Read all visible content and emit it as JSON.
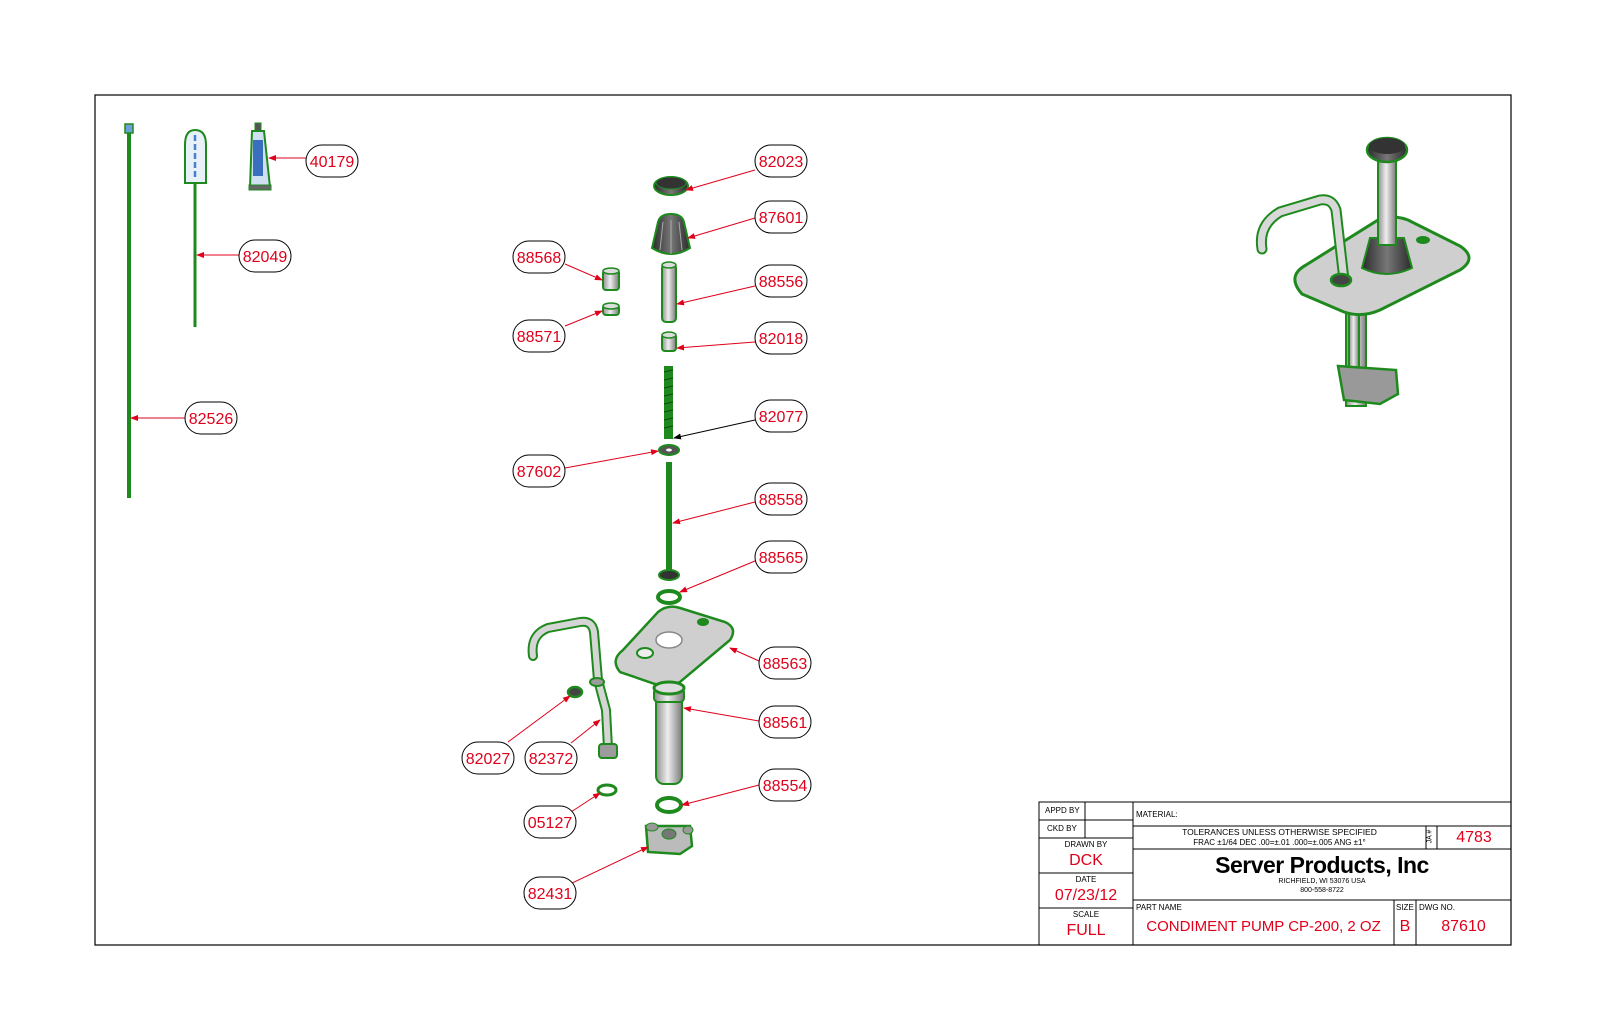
{
  "parts": [
    {
      "label": "40179"
    },
    {
      "label": "82049"
    },
    {
      "label": "82526"
    },
    {
      "label": "82023"
    },
    {
      "label": "87601"
    },
    {
      "label": "88568"
    },
    {
      "label": "88556"
    },
    {
      "label": "88571"
    },
    {
      "label": "82018"
    },
    {
      "label": "82077"
    },
    {
      "label": "87602"
    },
    {
      "label": "88558"
    },
    {
      "label": "88565"
    },
    {
      "label": "88563"
    },
    {
      "label": "88561"
    },
    {
      "label": "82027"
    },
    {
      "label": "82372"
    },
    {
      "label": "88554"
    },
    {
      "label": "05127"
    },
    {
      "label": "82431"
    }
  ],
  "title_block": {
    "appd_by_label": "APPD BY",
    "ckd_by_label": "CKD BY",
    "drawn_by_label": "DRAWN BY",
    "drawn_by": "DCK",
    "date_label": "DATE",
    "date": "07/23/12",
    "scale_label": "SCALE",
    "scale": "FULL",
    "material_label": "MATERIAL:",
    "tolerances_line1": "TOLERANCES UNLESS OTHERWISE SPECIFIED",
    "tolerances_line2": "FRAC ±1/64 DEC .00=±.01 .000=±.005 ANG ±1°",
    "ja_label": "JA #",
    "ja_number": "4783",
    "company": "Server Products, Inc",
    "address": "RICHFIELD, WI 53076 USA",
    "phone": "800-558-8722",
    "part_name_label": "PART NAME",
    "part_name": "CONDIMENT PUMP CP-200, 2 OZ",
    "size_label": "SIZE",
    "size": "B",
    "dwg_no_label": "DWG NO.",
    "dwg_no": "87610"
  },
  "colors": {
    "callout": "#e0001b",
    "part_outline": "#1e8a1e",
    "part_fill": "#c8c8c8",
    "border": "#000000"
  }
}
